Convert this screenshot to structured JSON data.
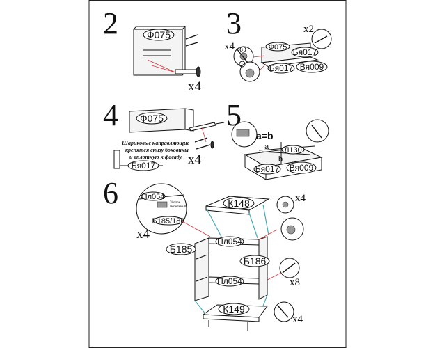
{
  "steps": {
    "s2": {
      "number": "2",
      "quantity": "x4",
      "part_label": "Ф075"
    },
    "s3": {
      "number": "3",
      "quantity_left": "x4",
      "quantity_right": "x2",
      "callout_1": "1",
      "callout_2": "2",
      "labels": [
        "Ф075",
        "Бя017",
        "Бя017",
        "Вя009"
      ]
    },
    "s4": {
      "number": "4",
      "quantity": "x4",
      "part_label": "Ф075",
      "rail_label": "Бя017",
      "note_lines": [
        "Шариковые направляющие",
        "крепятся снизу боковины",
        "и вплотную к фасаду."
      ]
    },
    "s5": {
      "number": "5",
      "equation": "a=b",
      "dim_a": "a",
      "dim_b": "b",
      "labels": [
        "Л130",
        "Бя017",
        "Вя009"
      ]
    },
    "s6": {
      "number": "6",
      "quantity_left": "x4",
      "quantity_top_right": "x4",
      "quantity_mid_right": "x8",
      "quantity_bottom_right": "x4",
      "callout_labels": [
        "Пл054",
        "Б185/186"
      ],
      "callout_note_lines": [
        "Уголок",
        "мебельный"
      ],
      "labels": {
        "top": "К148",
        "shelf_top": "Пл054",
        "left": "Б185",
        "right": "Б186",
        "shelf_bottom": "Пл054",
        "bottom": "К149"
      }
    }
  },
  "colors": {
    "ink": "#111111",
    "guide_red": "#d8333a",
    "guide_teal": "#49a9b5",
    "paper": "#ffffff"
  }
}
